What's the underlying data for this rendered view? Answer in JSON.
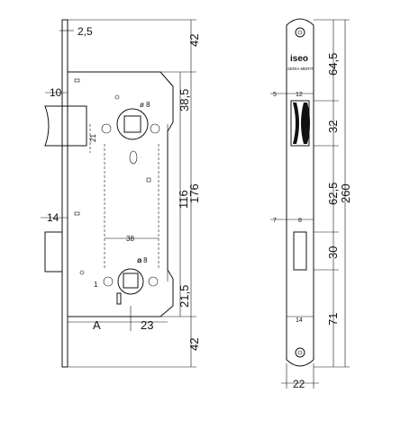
{
  "diagram": {
    "front_view": {
      "dims": {
        "faceplate_thickness": "2,5",
        "top_offset": "42",
        "latch": "10",
        "deadbolt": "14",
        "latch_to_spindle": "38,5",
        "center_distance": "116",
        "case_height": "176",
        "spindle_to_bottom": "21,5",
        "bottom_offset": "42",
        "backset": "A",
        "edge_to_center": "23",
        "inner_width": "38",
        "hole_upper": "ø 8",
        "hole_lower": "ø 8",
        "small_21": "21",
        "small_1": "1"
      }
    },
    "side_view": {
      "dims": {
        "top_to_latch": "64,5",
        "latch_width_label": "12",
        "latch_offset_label": "5",
        "latch_height": "32",
        "latch_to_bolt": "62,5",
        "bolt_offset_label": "7",
        "bolt_width_label": "8",
        "bolt_height": "30",
        "bolt_to_bottom": "71",
        "total_height": "260",
        "bolt_bottom_width": "14",
        "faceplate_width": "22"
      },
      "logo_text": "iseo",
      "logo_subtext": "SERIA MERIT"
    }
  }
}
